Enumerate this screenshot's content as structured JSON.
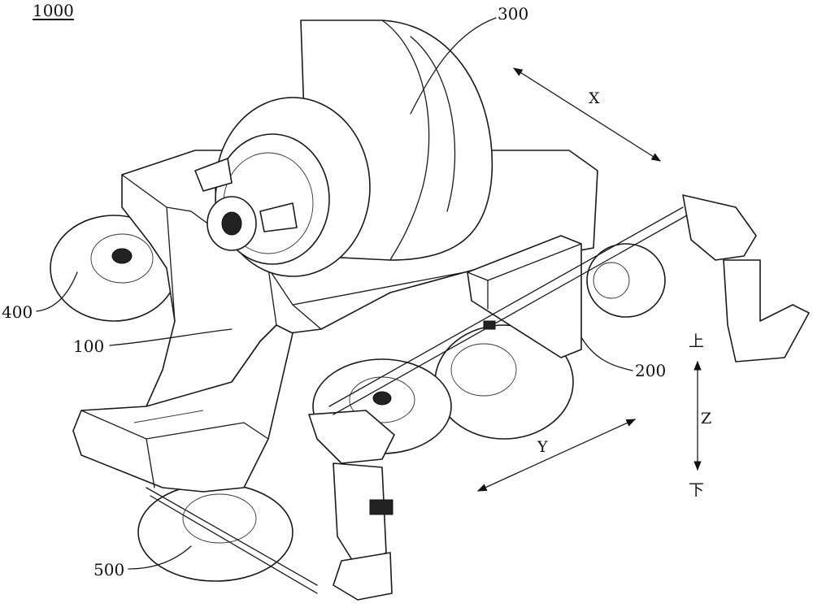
{
  "figure": {
    "number": "1000",
    "labels": {
      "frame": "100",
      "connector": "200",
      "generator": "300",
      "wheel": "400",
      "suspension": "500"
    },
    "axes": {
      "x": "X",
      "y": "Y",
      "z": "Z",
      "up": "上",
      "down": "下"
    }
  }
}
